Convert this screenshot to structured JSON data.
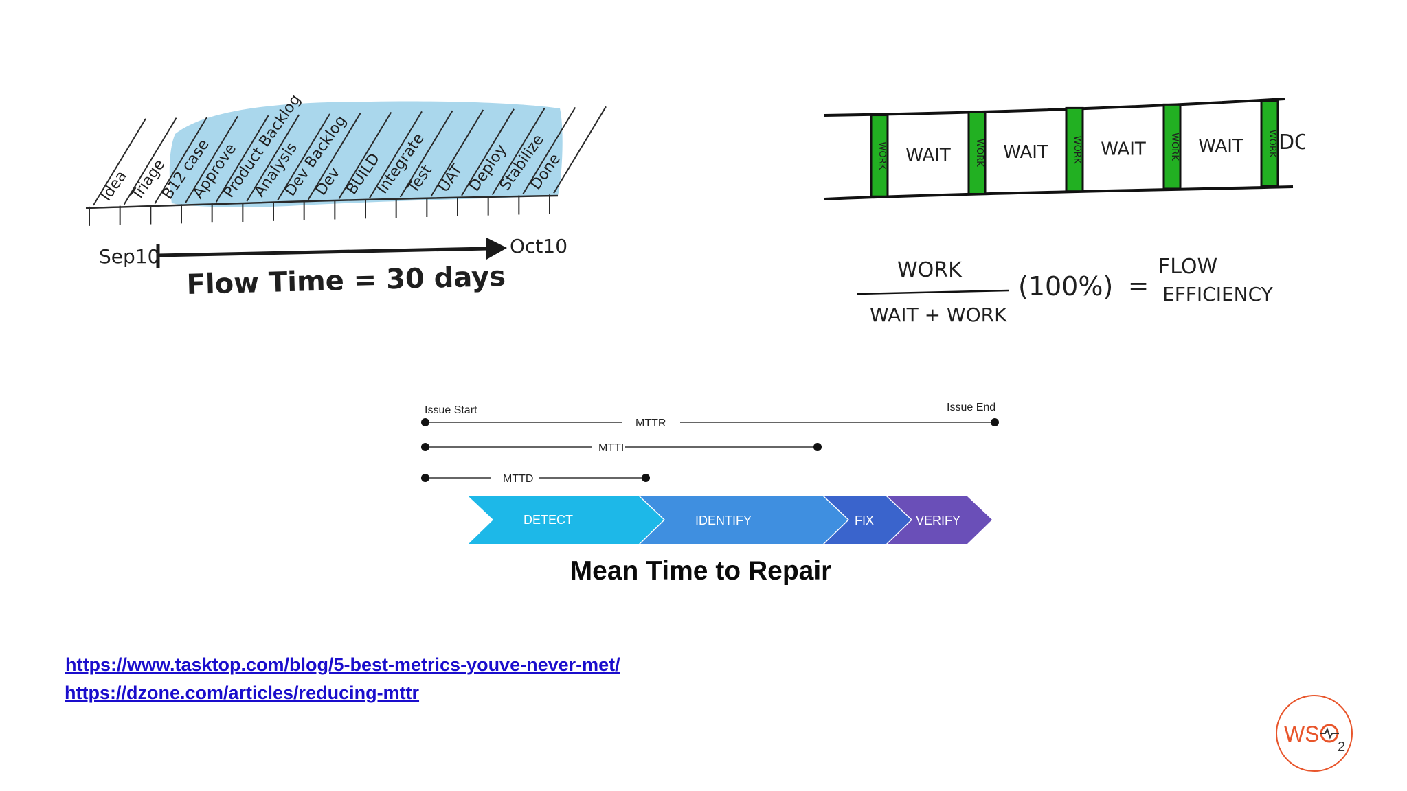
{
  "flow_time": {
    "stages": [
      "Idea",
      "Triage",
      "B12 case",
      "Approve",
      "Product Backlog",
      "Analysis",
      "Dev Backlog",
      "Dev",
      "BUILD",
      "Integrate",
      "Test",
      "UAT",
      "Deploy",
      "Stabilize",
      "Done"
    ],
    "start_label": "Sep10",
    "end_label": "Oct10",
    "caption": "Flow Time = 30 days",
    "highlight_color": "#8ec9e6"
  },
  "flow_efficiency": {
    "segments": [
      {
        "type": "work",
        "label": "WORK"
      },
      {
        "type": "wait",
        "label": "WAIT"
      },
      {
        "type": "work",
        "label": "WORK"
      },
      {
        "type": "wait",
        "label": "WAIT"
      },
      {
        "type": "work",
        "label": "WORK"
      },
      {
        "type": "wait",
        "label": "WAIT"
      },
      {
        "type": "work",
        "label": "WORK"
      },
      {
        "type": "wait",
        "label": "WAIT"
      },
      {
        "type": "work",
        "label": "WORK"
      },
      {
        "type": "done",
        "label": "DONE"
      }
    ],
    "work_color": "#22b022",
    "formula": {
      "numerator": "WORK",
      "denominator": "WAIT + WORK",
      "multiplier": "(100%)",
      "equals": "=",
      "result_line1": "FLOW",
      "result_line2": "EFFICIENCY"
    }
  },
  "mttr": {
    "issue_start": "Issue Start",
    "issue_end": "Issue End",
    "timelines": [
      {
        "label": "MTTR"
      },
      {
        "label": "MTTI"
      },
      {
        "label": "MTTD"
      }
    ],
    "phases": [
      {
        "label": "DETECT",
        "color": "#1db8e8"
      },
      {
        "label": "IDENTIFY",
        "color": "#3f8fe0"
      },
      {
        "label": "FIX",
        "color": "#3a64cc"
      },
      {
        "label": "VERIFY",
        "color": "#6a4fb8"
      }
    ],
    "title": "Mean Time to Repair"
  },
  "links": [
    "https://www.tasktop.com/blog/5-best-metrics-youve-never-met/",
    "https://dzone.com/articles/reducing-mttr"
  ],
  "logo": {
    "text": "WSO2",
    "color": "#e8552b"
  }
}
